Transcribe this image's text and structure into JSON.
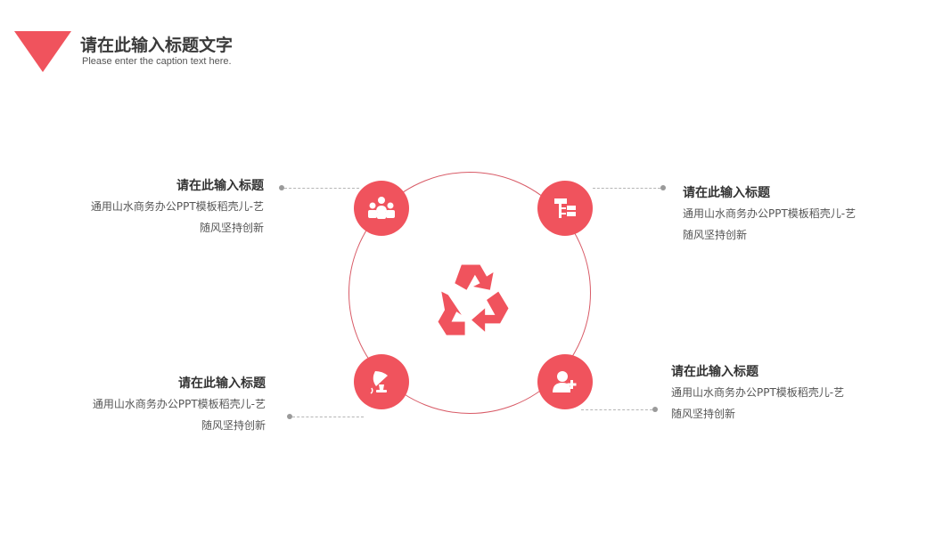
{
  "header": {
    "title": "请在此输入标题文字",
    "subtitle": "Please enter the caption text here."
  },
  "diagram": {
    "center_icon": "recycle-icon",
    "accent_color": "#f0535d",
    "ring_color": "#d85a66",
    "items": [
      {
        "position": "top-left",
        "icon": "team-icon",
        "title": "请在此输入标题",
        "line1": "通用山水商务办公PPT模板稻壳儿-艺",
        "line2": "随风坚持创新"
      },
      {
        "position": "top-right",
        "icon": "hierarchy-icon",
        "title": "请在此输入标题",
        "line1": "通用山水商务办公PPT模板稻壳儿-艺",
        "line2": "随风坚持创新"
      },
      {
        "position": "bottom-left",
        "icon": "satellite-dish-icon",
        "title": "请在此输入标题",
        "line1": "通用山水商务办公PPT模板稻壳儿-艺",
        "line2": "随风坚持创新"
      },
      {
        "position": "bottom-right",
        "icon": "add-user-icon",
        "title": "请在此输入标题",
        "line1": "通用山水商务办公PPT模板稻壳儿-艺",
        "line2": "随风坚持创新"
      }
    ]
  }
}
